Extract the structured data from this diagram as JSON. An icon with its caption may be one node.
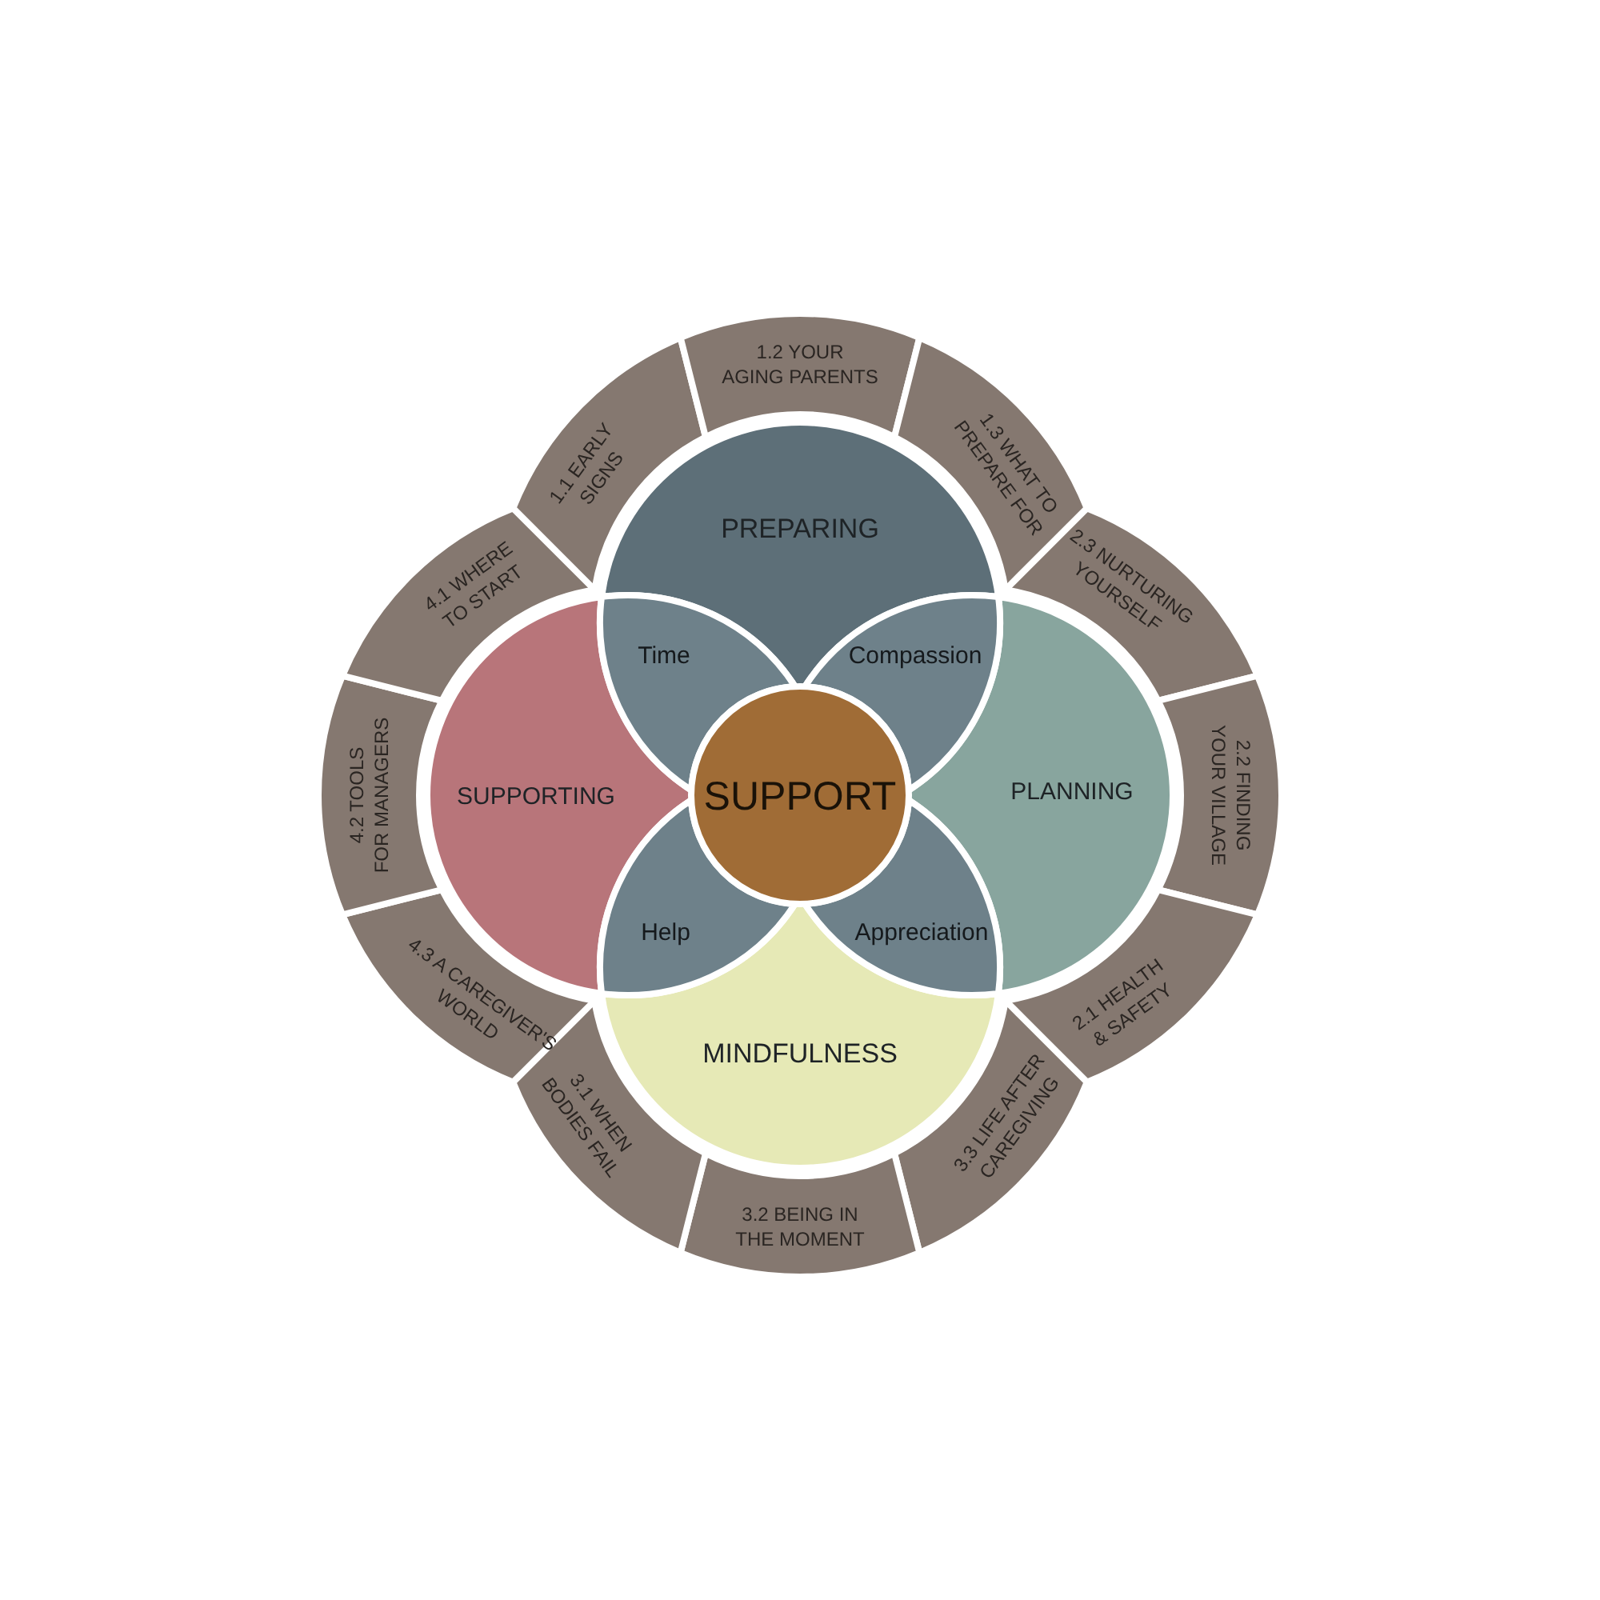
{
  "diagram": {
    "nodes": [
      {
        "text": [
          "PREPARING"
        ]
      },
      {
        "text": [
          "PLANNING"
        ]
      },
      {
        "text": [
          "MINDFULNESS"
        ]
      },
      {
        "text": [
          "SUPPORTING"
        ]
      },
      {
        "text": [
          "SUPPORT"
        ]
      },
      {
        "text": [
          "Time"
        ]
      },
      {
        "text": [
          "Compassion"
        ]
      },
      {
        "text": [
          "Help"
        ]
      },
      {
        "text": [
          "Appreciation"
        ]
      },
      {
        "text": [
          "1.1 EARLY SIGNS"
        ]
      },
      {
        "text": [
          "1.2 YOUR AGING PARENTS"
        ]
      },
      {
        "text": [
          "1.3 WHAT TO PREPARE FOR"
        ]
      },
      {
        "text": [
          "2.3 NURTURING YOURSELF"
        ]
      },
      {
        "text": [
          "2.2 FINDING YOUR VILLAGE"
        ]
      },
      {
        "text": [
          "2.1 HEALTH & SAFETY"
        ]
      },
      {
        "text": [
          "3.3 LIFE AFTER CAREGIVING"
        ]
      },
      {
        "text": [
          "3.2 BEING IN THE MOMENT"
        ]
      },
      {
        "text": [
          "3.1 WHEN BODIES FAIL"
        ]
      },
      {
        "text": [
          "4.3 A CAREGIVER'S WORLD"
        ]
      },
      {
        "text": [
          "4.2 TOOLS FOR MANAGERS"
        ]
      },
      {
        "text": [
          "4.1 WHERE TO START"
        ]
      }
    ]
  }
}
